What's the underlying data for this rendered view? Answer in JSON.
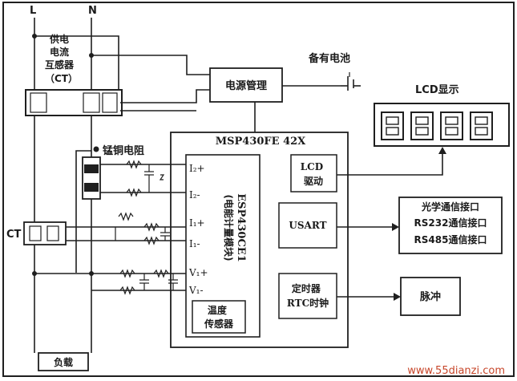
{
  "lines": {
    "live": "L",
    "neutral": "N"
  },
  "labels": {
    "supply_ct": "供电\n电流\n互感器\n（CT）",
    "battery": "备有电池",
    "lcd_display": "LCD显示",
    "power_mgmt": "电源管理",
    "shunt": "锰铜电阻",
    "ct": "CT",
    "load": "负载"
  },
  "mcu": {
    "title": "MSP430FE 42X",
    "esp": "ESP430CE1",
    "esp_sub": "(电能计量模块)",
    "temp_sensor": "温度\n传感器",
    "lcd_driver": "LCD\n驱动",
    "usart": "USART",
    "timer": "定时器\nRTC时钟"
  },
  "pins": [
    "I₂+",
    "I₂-",
    "I₁+",
    "I₁-",
    "V₁+",
    "V₁-"
  ],
  "comm": [
    "光学通信接口",
    "RS232通信接口",
    "RS485通信接口"
  ],
  "pulse": "脉冲",
  "lcd_digits": 4,
  "watermark": "www.55dianzi.com"
}
